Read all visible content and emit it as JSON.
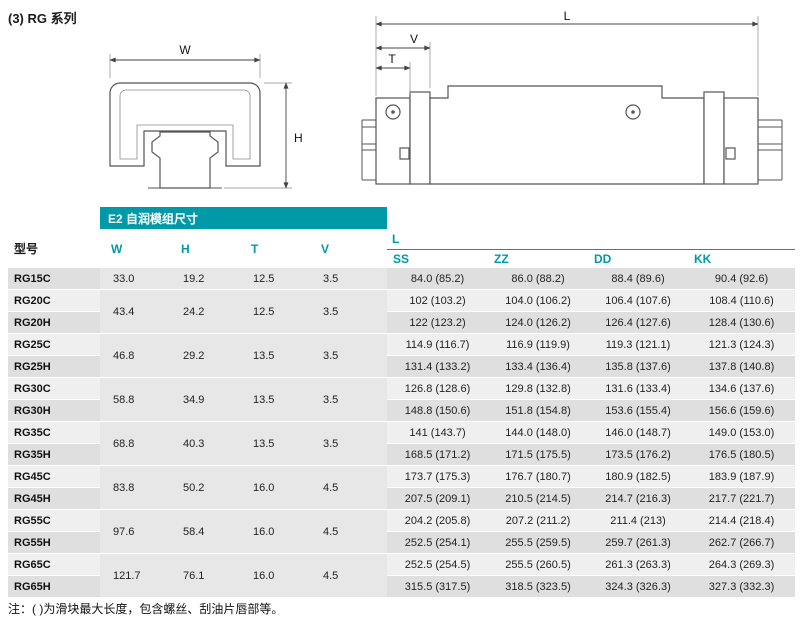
{
  "page": {
    "title": "(3) RG 系列",
    "note": "注：( )为滑块最大长度，包含螺丝、刮油片唇部等。"
  },
  "colors": {
    "accent": "#0099A8",
    "row_dark": "#DFDFDF",
    "row_light": "#EFEFEF"
  },
  "diagrams": {
    "front": {
      "w": "W",
      "h": "H"
    },
    "side": {
      "l": "L",
      "v": "V",
      "t": "T"
    }
  },
  "table": {
    "banner": "E2 自润模组尺寸",
    "headers": {
      "model": "型号",
      "w": "W",
      "h": "H",
      "t": "T",
      "v": "V",
      "l": "L",
      "ss": "SS",
      "zz": "ZZ",
      "dd": "DD",
      "kk": "KK"
    },
    "groups": [
      {
        "w": "33.0",
        "h": "19.2",
        "t": "12.5",
        "v": "3.5",
        "rows": [
          {
            "model": "RG15C",
            "ss": "84.0 (85.2)",
            "zz": "86.0 (88.2)",
            "dd": "88.4 (89.6)",
            "kk": "90.4 (92.6)"
          }
        ]
      },
      {
        "w": "43.4",
        "h": "24.2",
        "t": "12.5",
        "v": "3.5",
        "rows": [
          {
            "model": "RG20C",
            "ss": "102 (103.2)",
            "zz": "104.0 (106.2)",
            "dd": "106.4 (107.6)",
            "kk": "108.4 (110.6)"
          },
          {
            "model": "RG20H",
            "ss": "122 (123.2)",
            "zz": "124.0 (126.2)",
            "dd": "126.4 (127.6)",
            "kk": "128.4 (130.6)"
          }
        ]
      },
      {
        "w": "46.8",
        "h": "29.2",
        "t": "13.5",
        "v": "3.5",
        "rows": [
          {
            "model": "RG25C",
            "ss": "114.9 (116.7)",
            "zz": "116.9 (119.9)",
            "dd": "119.3 (121.1)",
            "kk": "121.3 (124.3)"
          },
          {
            "model": "RG25H",
            "ss": "131.4 (133.2)",
            "zz": "133.4 (136.4)",
            "dd": "135.8 (137.6)",
            "kk": "137.8 (140.8)"
          }
        ]
      },
      {
        "w": "58.8",
        "h": "34.9",
        "t": "13.5",
        "v": "3.5",
        "rows": [
          {
            "model": "RG30C",
            "ss": "126.8 (128.6)",
            "zz": "129.8 (132.8)",
            "dd": "131.6 (133.4)",
            "kk": "134.6 (137.6)"
          },
          {
            "model": "RG30H",
            "ss": "148.8 (150.6)",
            "zz": "151.8 (154.8)",
            "dd": "153.6 (155.4)",
            "kk": "156.6 (159.6)"
          }
        ]
      },
      {
        "w": "68.8",
        "h": "40.3",
        "t": "13.5",
        "v": "3.5",
        "rows": [
          {
            "model": "RG35C",
            "ss": "141 (143.7)",
            "zz": "144.0 (148.0)",
            "dd": "146.0 (148.7)",
            "kk": "149.0 (153.0)"
          },
          {
            "model": "RG35H",
            "ss": "168.5 (171.2)",
            "zz": "171.5 (175.5)",
            "dd": "173.5 (176.2)",
            "kk": "176.5 (180.5)"
          }
        ]
      },
      {
        "w": "83.8",
        "h": "50.2",
        "t": "16.0",
        "v": "4.5",
        "rows": [
          {
            "model": "RG45C",
            "ss": "173.7 (175.3)",
            "zz": "176.7 (180.7)",
            "dd": "180.9 (182.5)",
            "kk": "183.9 (187.9)"
          },
          {
            "model": "RG45H",
            "ss": "207.5 (209.1)",
            "zz": "210.5 (214.5)",
            "dd": "214.7 (216.3)",
            "kk": "217.7 (221.7)"
          }
        ]
      },
      {
        "w": "97.6",
        "h": "58.4",
        "t": "16.0",
        "v": "4.5",
        "rows": [
          {
            "model": "RG55C",
            "ss": "204.2 (205.8)",
            "zz": "207.2 (211.2)",
            "dd": "211.4 (213)",
            "kk": "214.4 (218.4)"
          },
          {
            "model": "RG55H",
            "ss": "252.5 (254.1)",
            "zz": "255.5 (259.5)",
            "dd": "259.7 (261.3)",
            "kk": "262.7 (266.7)"
          }
        ]
      },
      {
        "w": "121.7",
        "h": "76.1",
        "t": "16.0",
        "v": "4.5",
        "rows": [
          {
            "model": "RG65C",
            "ss": "252.5 (254.5)",
            "zz": "255.5 (260.5)",
            "dd": "261.3 (263.3)",
            "kk": "264.3 (269.3)"
          },
          {
            "model": "RG65H",
            "ss": "315.5 (317.5)",
            "zz": "318.5 (323.5)",
            "dd": "324.3 (326.3)",
            "kk": "327.3 (332.3)"
          }
        ]
      }
    ]
  }
}
